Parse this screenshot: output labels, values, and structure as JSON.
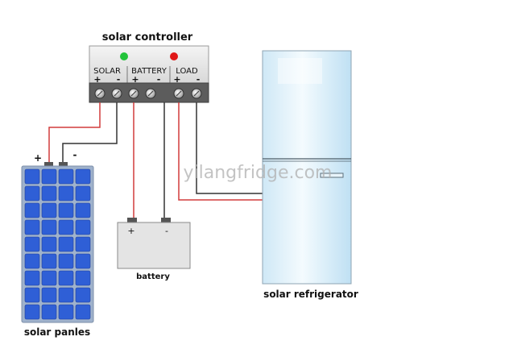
{
  "controller": {
    "title": "solar controller",
    "indicator_left_color": "#22c33a",
    "indicator_right_color": "#e01818",
    "groups": [
      {
        "label": "SOLAR",
        "plus": "+",
        "minus": "-"
      },
      {
        "label": "BATTERY",
        "plus": "+",
        "minus": "-"
      },
      {
        "label": "LOAD",
        "plus": "+",
        "minus": "-"
      }
    ]
  },
  "panel": {
    "label": "solar panles",
    "plus": "+",
    "minus": "-",
    "cell_color": "#2f5fd6",
    "frame_color": "#9fb2cc"
  },
  "battery": {
    "label": "battery",
    "plus": "+",
    "minus": "-"
  },
  "fridge": {
    "label": "solar refrigerator",
    "color_top": "#e9f5fb",
    "color_mid": "#cfe8f6"
  },
  "watermark": "yilangfridge.com",
  "wires": {
    "positive_color": "#d23b3b",
    "negative_color": "#333333"
  }
}
